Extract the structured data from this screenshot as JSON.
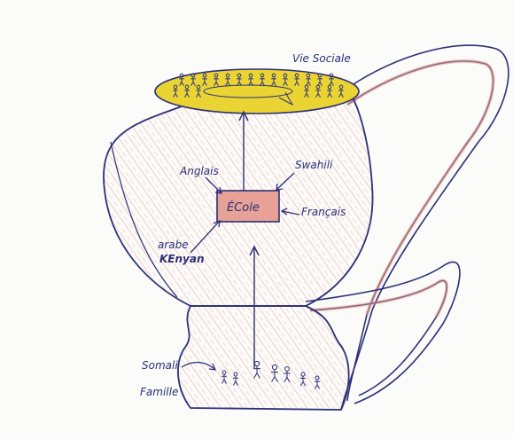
{
  "labels": {
    "vie_sociale": "Vie Sociale",
    "anglais": "Anglais",
    "swahili": "Swahili",
    "ecole": "ÉCole",
    "francais": "Français",
    "arabe_kenyan": "arabe\nKEnyan",
    "somali": "Somali",
    "famille": "Famille"
  },
  "colors": {
    "ink": "#2b2f78",
    "pencil_red": "#e79a8a",
    "school_fill": "#e8a196",
    "social_yellow": "#e9d434"
  },
  "icons": [
    "stick-figure-icon",
    "arrow-icon"
  ]
}
